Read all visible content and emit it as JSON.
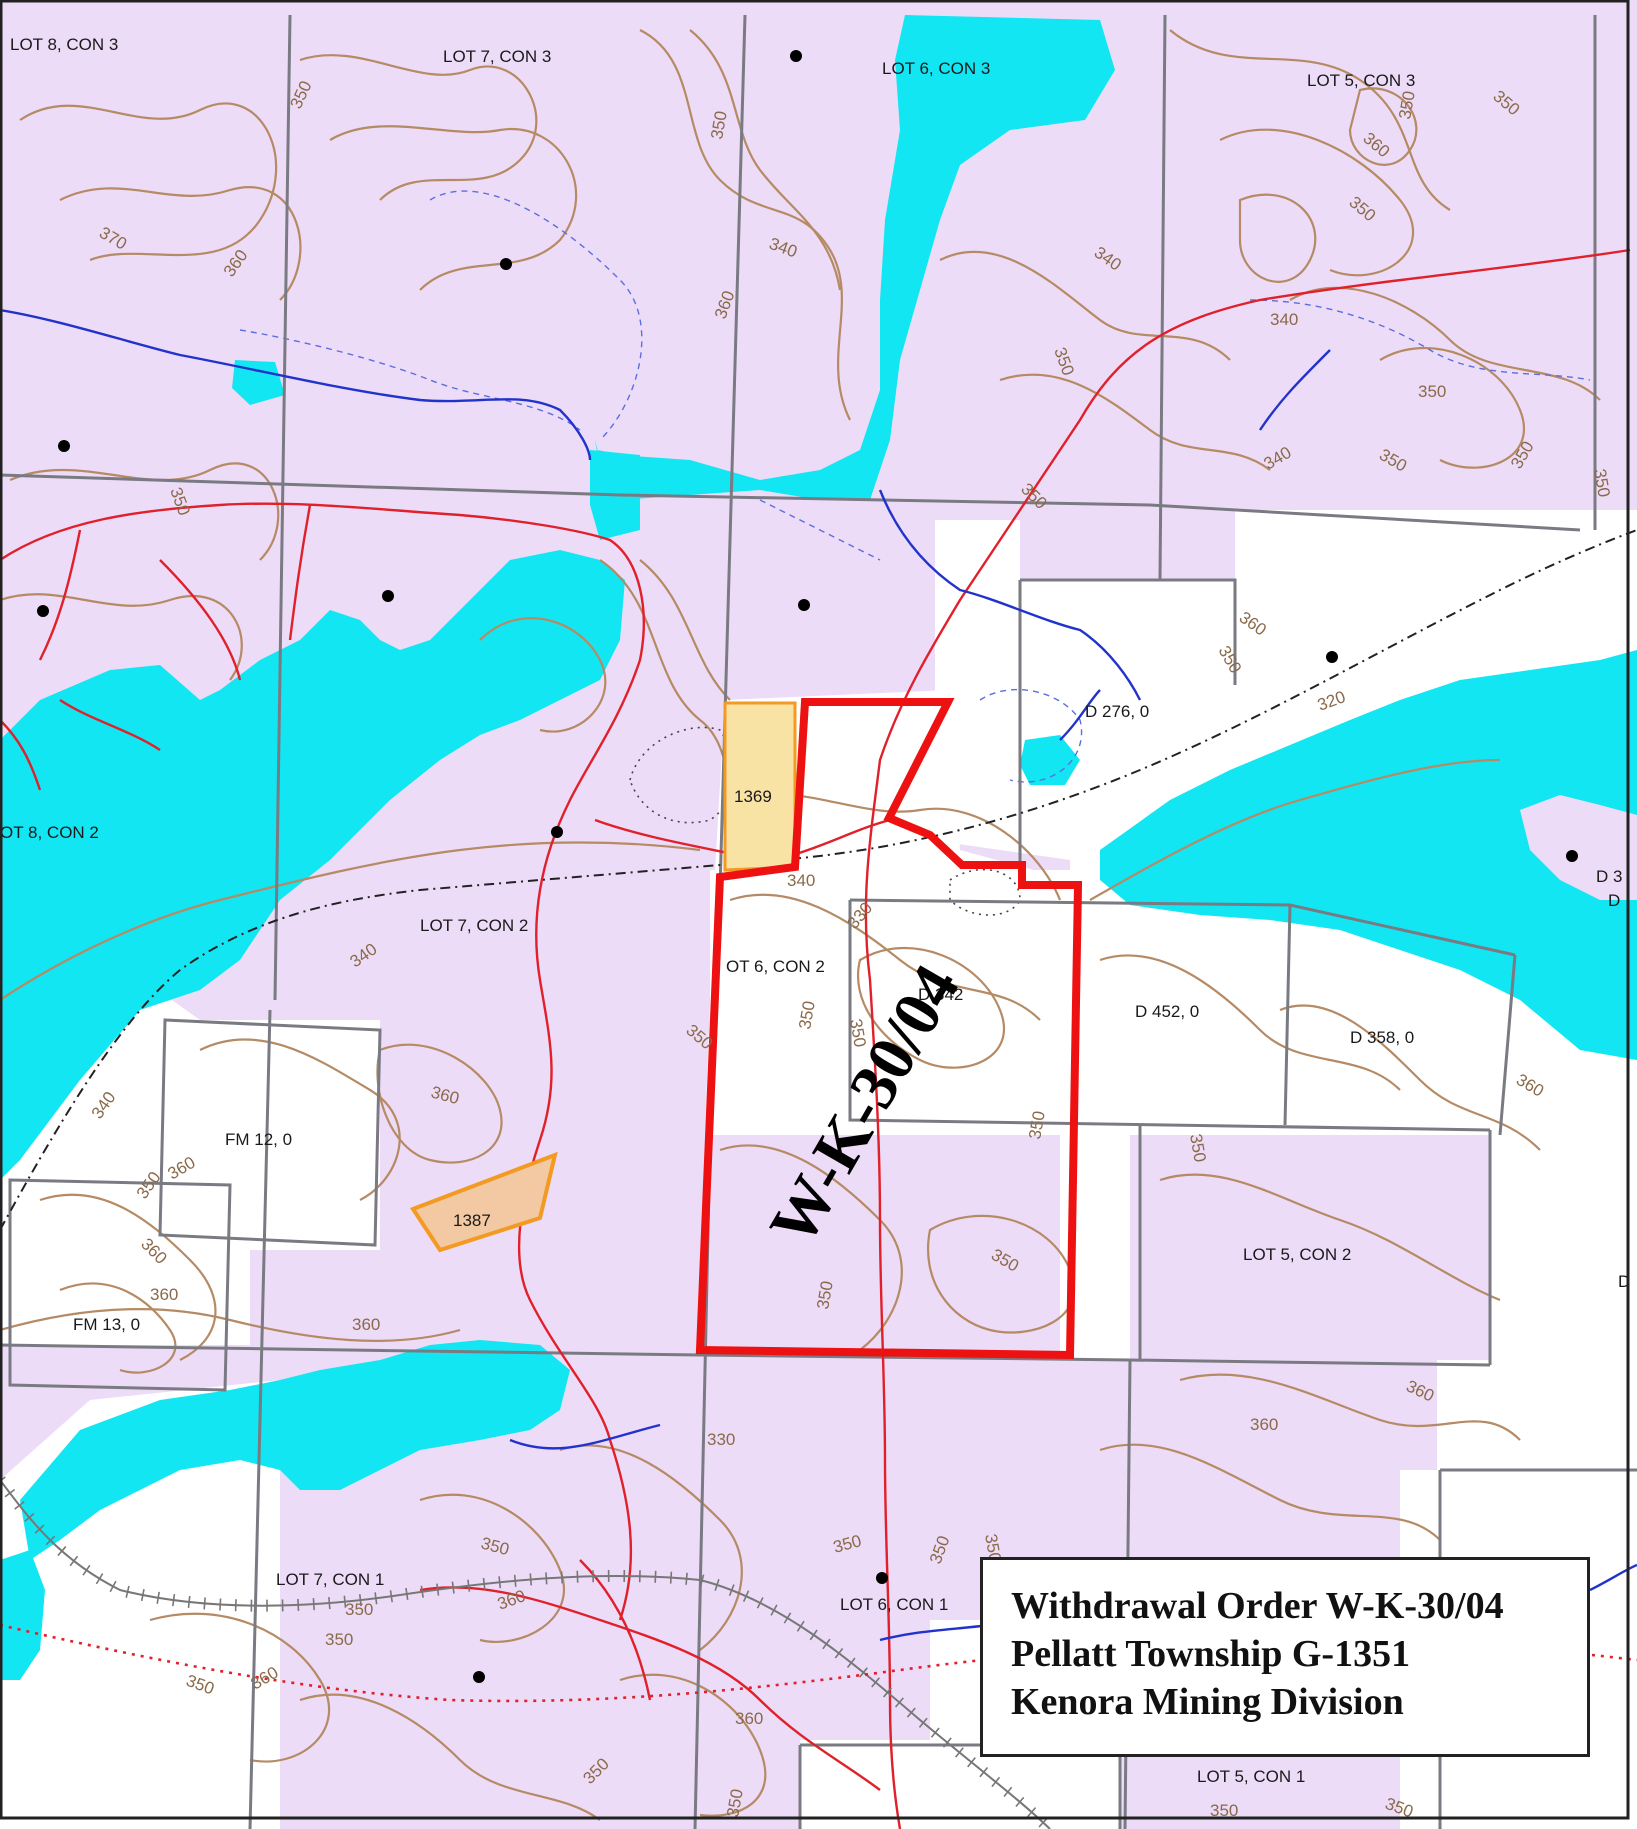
{
  "colors": {
    "crown_land": "#eddcf7",
    "water": "#12e6f2",
    "patented": "#ffffff",
    "contour": "#b58a64",
    "lot_line": "#7a7a82",
    "road": "#e0202a",
    "stream": "#2233cc",
    "withdrawal": "#ee1111",
    "claim_yellow": "#f8e3a5",
    "claim_orange": "#f2c9a2",
    "claim_border": "#f29a22"
  },
  "withdrawal": {
    "label": "W-K-30/04"
  },
  "claims": [
    {
      "id": "claim-1369",
      "label": "1369"
    },
    {
      "id": "claim-1387",
      "label": "1387"
    }
  ],
  "lot_labels": [
    "LOT 8, CON 3",
    "LOT 7, CON 3",
    "LOT 6, CON 3",
    "LOT 5, CON 3",
    "OT 8, CON 2",
    "LOT 7, CON 2",
    "OT 6, CON 2",
    "LOT 5, CON 2",
    "LOT 7, CON 1",
    "LOT 6, CON 1",
    "LOT 5, CON 1"
  ],
  "parcel_labels": [
    "D 276, 0",
    "D 342",
    "D 452, 0",
    "D 358, 0",
    "FM 12, 0",
    "FM 13, 0",
    "D 3",
    "D",
    "D"
  ],
  "elevation_labels": [
    "350",
    "370",
    "360",
    "340",
    "360",
    "350",
    "350",
    "360",
    "350",
    "340",
    "340",
    "350",
    "350",
    "350",
    "350",
    "340",
    "350",
    "350",
    "350",
    "360",
    "350",
    "320",
    "340",
    "340",
    "330",
    "350",
    "350",
    "350",
    "360",
    "350",
    "350",
    "360",
    "340",
    "350",
    "360",
    "360",
    "360",
    "360",
    "330",
    "350",
    "350",
    "360",
    "360",
    "350",
    "360",
    "350",
    "350",
    "350",
    "350",
    "350",
    "360",
    "350",
    "360",
    "350",
    "350",
    "350",
    "350",
    "350"
  ],
  "legend": {
    "line1": "Withdrawal Order W-K-30/04",
    "line2": "Pellatt Township G-1351",
    "line3": "Kenora Mining Division"
  }
}
